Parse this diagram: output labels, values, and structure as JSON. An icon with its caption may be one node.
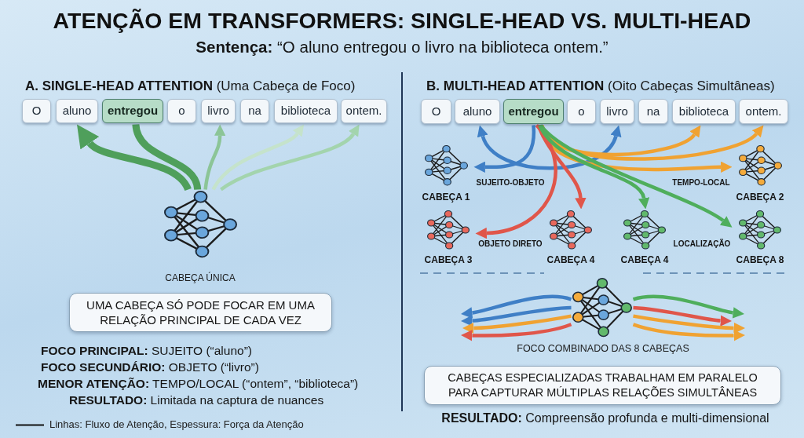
{
  "diagram": {
    "title": "ATENÇÃO EM TRANSFORMERS: SINGLE-HEAD VS. MULTI-HEAD",
    "nodes": [
      {
        "text": [
          "O"
        ]
      },
      {
        "text": [
          "aluno"
        ]
      },
      {
        "text": [
          "entregou"
        ]
      },
      {
        "text": [
          "o"
        ]
      },
      {
        "text": [
          "livro"
        ]
      },
      {
        "text": [
          "na"
        ]
      },
      {
        "text": [
          "biblioteca"
        ]
      },
      {
        "text": [
          "ontem."
        ]
      },
      {
        "text": [
          "CABEÇA ÚNICA"
        ]
      },
      {
        "text": [
          "UMA CABEÇA SÓ PODE FOCAR EM UMA RELAÇÃO PRINCIPAL DE CADA VEZ"
        ]
      },
      {
        "text": [
          "O"
        ]
      },
      {
        "text": [
          "aluno"
        ]
      },
      {
        "text": [
          "entregou"
        ]
      },
      {
        "text": [
          "o"
        ]
      },
      {
        "text": [
          "livro"
        ]
      },
      {
        "text": [
          "na"
        ]
      },
      {
        "text": [
          "biblioteca"
        ]
      },
      {
        "text": [
          "ontem."
        ]
      },
      {
        "text": [
          "CABEÇA 1"
        ]
      },
      {
        "text": [
          "CABEÇA 2"
        ]
      },
      {
        "text": [
          "CABEÇA 3"
        ]
      },
      {
        "text": [
          "CABEÇA 4"
        ]
      },
      {
        "text": [
          "CABEÇA 4"
        ]
      },
      {
        "text": [
          "CABEÇA 8"
        ]
      },
      {
        "text": [],
        "shape": "picture",
        "beside": [
          "FOCO COMBINADO DAS 8 CABEÇAS"
        ]
      },
      {
        "text": [
          "CABEÇAS ESPECIALIZADAS TRABALHAM EM PARALELO PARA CAPTURAR MÚLTIPLAS RELAÇÕES SIMULTÂNEAS"
        ]
      }
    ],
    "edges": [
      {
        "from": 2,
        "to": 8,
        "arrow": "none",
        "style": "thick",
        "color": "#4f9f5b"
      },
      {
        "from": 8,
        "to": 1,
        "arrow": "to",
        "style": "thick",
        "color": "#4f9f5b"
      },
      {
        "from": 8,
        "to": 4,
        "arrow": "to",
        "color": "#8cc597"
      },
      {
        "from": 8,
        "to": 6,
        "arrow": "to",
        "color": "#c5e3cb"
      },
      {
        "from": 8,
        "to": 7,
        "arrow": "to",
        "color": "#a3d4ad"
      },
      {
        "from": 12,
        "to": 18,
        "arrow": "to",
        "color": "#3f7fc6"
      },
      {
        "from": 11,
        "to": 14,
        "arrow": "both",
        "color": "#3f7fc6"
      },
      {
        "from": 12,
        "to": 16,
        "arrow": "to",
        "color": "#f0a232"
      },
      {
        "from": 12,
        "to": 17,
        "arrow": "to",
        "color": "#f0a232"
      },
      {
        "from": 12,
        "to": 19,
        "arrow": "to",
        "color": "#f0a232"
      },
      {
        "from": 12,
        "to": 20,
        "arrow": "to",
        "color": "#e0564a"
      },
      {
        "from": 12,
        "to": 21,
        "arrow": "to",
        "color": "#e0564a"
      },
      {
        "from": 12,
        "to": 22,
        "arrow": "to",
        "color": "#4fae5c"
      },
      {
        "from": 12,
        "to": 23,
        "arrow": "to",
        "color": "#4fae5c"
      },
      {
        "from": 24,
        "to": null,
        "arrow": "to",
        "color": "#3f7fc6"
      },
      {
        "from": 24,
        "to": null,
        "arrow": "to",
        "color": "#3f7fc6"
      },
      {
        "from": 24,
        "to": null,
        "arrow": "to",
        "color": "#f0a232"
      },
      {
        "from": 24,
        "to": null,
        "arrow": "to",
        "color": "#e0564a"
      },
      {
        "from": 24,
        "to": null,
        "arrow": "to",
        "color": "#4fae5c"
      },
      {
        "from": 24,
        "to": null,
        "arrow": "to",
        "color": "#e0564a"
      },
      {
        "from": 24,
        "to": null,
        "arrow": "to",
        "color": "#f0a232"
      },
      {
        "from": 24,
        "to": null,
        "arrow": "to",
        "color": "#f0a232"
      }
    ],
    "labels": [
      "**Sentença:** “O aluno entregou o livro na biblioteca ontem.”",
      "**A. SINGLE-HEAD ATTENTION** (Uma Cabeça de Foco)",
      "**B. MULTI-HEAD ATTENTION** (Oito Cabeças Simultâneas)",
      "SUJEITO-OBJETO",
      "TEMPO-LOCAL",
      "OBJETO DIRETO",
      "LOCALIZAÇÃO",
      "**FOCO PRINCIPAL:** SUJEITO (“aluno”)",
      "**FOCO SECUNDÁRIO:** OBJETO (“livro”)",
      "**MENOR ATENÇÃO:** TEMPO/LOCAL (“ontem”, “biblioteca”)",
      "**RESULTADO:** Limitada na captura de nuances",
      "**RESULTADO:** Compreensão profunda e multi-dimensional"
    ],
    "legend": [
      {
        "text": "Linhas: Fluxo de Atenção, Espessura: Força da Atenção"
      }
    ]
  }
}
